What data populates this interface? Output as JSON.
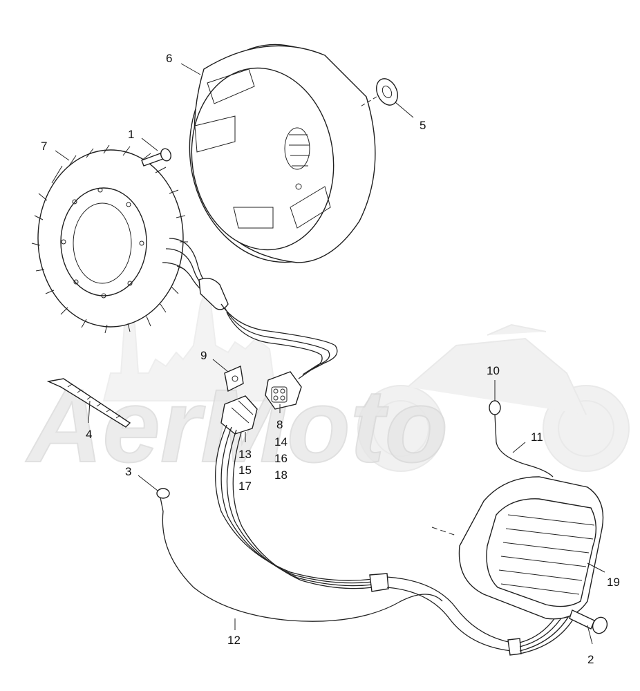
{
  "watermark": {
    "text": "AеrMoto",
    "color": "#e3e3e3"
  },
  "callouts": [
    {
      "id": "c1",
      "label": "1"
    },
    {
      "id": "c2",
      "label": "2"
    },
    {
      "id": "c3",
      "label": "3"
    },
    {
      "id": "c4",
      "label": "4"
    },
    {
      "id": "c5",
      "label": "5"
    },
    {
      "id": "c6",
      "label": "6"
    },
    {
      "id": "c7",
      "label": "7"
    },
    {
      "id": "c8",
      "label": "8"
    },
    {
      "id": "c14",
      "label": "14"
    },
    {
      "id": "c16",
      "label": "16"
    },
    {
      "id": "c18",
      "label": "18"
    },
    {
      "id": "c9",
      "label": "9"
    },
    {
      "id": "c10",
      "label": "10"
    },
    {
      "id": "c11",
      "label": "11"
    },
    {
      "id": "c12",
      "label": "12"
    },
    {
      "id": "c13",
      "label": "13"
    },
    {
      "id": "c15",
      "label": "15"
    },
    {
      "id": "c17",
      "label": "17"
    },
    {
      "id": "c19",
      "label": "19"
    }
  ],
  "colors": {
    "ink": "#1f1f1f",
    "background": "#ffffff"
  }
}
